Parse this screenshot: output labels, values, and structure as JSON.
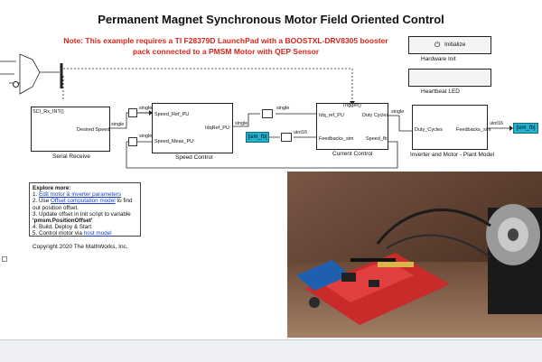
{
  "model": {
    "title": "Permanent Magnet Synchronous Motor Field Oriented Control",
    "note": "Note: This example requires a TI F28379D LaunchPad with a BOOSTXL-DRV8305 booster pack connected to a PMSM Motor with QEP Sensor",
    "copyright": "Copyright 2020 The MathWorks, Inc."
  },
  "hardware": {
    "init_button": "Initialize",
    "init_label": "Hardware Init",
    "heartbeat_label": "Heartbeat LED"
  },
  "blocks": {
    "serial_receive": {
      "name": "Serial Receive",
      "inport": "SCI_Rx_INT()",
      "outport": "Desired Speed",
      "out_type": "single"
    },
    "speed_control": {
      "name": "Speed Control",
      "in1": "Speed_Ref_PU",
      "in2": "Speed_Meas_PU",
      "out": "IdqRef_PU",
      "out_type": "single"
    },
    "current_control": {
      "name": "Current Control",
      "trigger": "Trigger()",
      "in1": "Idq_ref_PU",
      "in2": "Feedbacks_sim",
      "out1": "Duty Cycles",
      "out2": "Speed_fb"
    },
    "plant": {
      "name": "Inverter and Motor - Plant Model",
      "in": "Duty_Cycles",
      "out": "Feedbacks_sim",
      "out_type": "uint16"
    },
    "goto_tag": "[sim_fb]",
    "from_tag": "[sim_fb]",
    "sig_single": "single",
    "sig_uint16": "uint16"
  },
  "explore": {
    "heading": "Explore more:",
    "item1_pre": "1. ",
    "item1_link": "Edit motor & inverter parameters",
    "item2_pre": "2. Use ",
    "item2_link": "Offset computation model",
    "item2_post": " to find out position offset.",
    "item3": "3. Update offset in Init script to variable",
    "item3_var": "'pmsm.PositionOffset'",
    "item4": "4. Build, Deploy & Start",
    "item5_pre": "5. Control motor via ",
    "item5_link": "host model"
  },
  "colors": {
    "note": "#d4261c",
    "tag": "#22b3c9",
    "link": "#1a3fbf"
  }
}
